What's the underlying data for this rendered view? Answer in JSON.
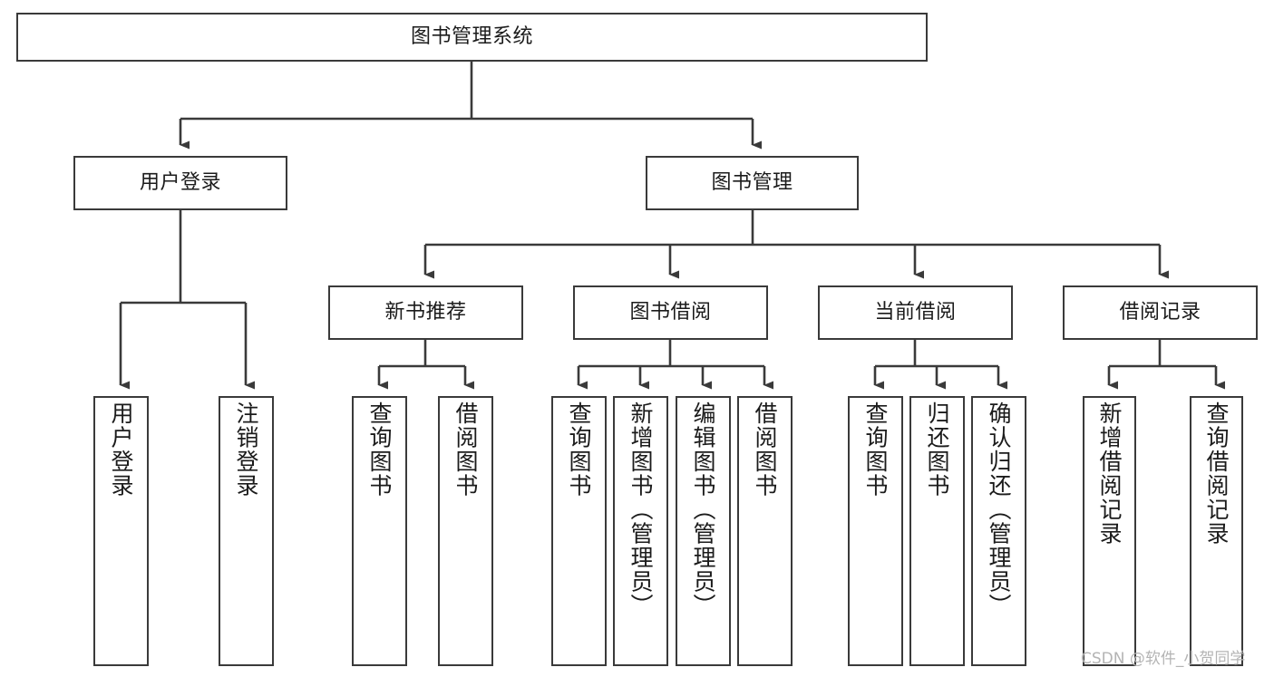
{
  "diagram": {
    "type": "tree-hierarchy",
    "title": "图书管理系统",
    "watermark": "CSDN @软件_小贺同学",
    "colors": {
      "background": "#ffffff",
      "node_border": "#3a3a3a",
      "node_fill": "#ffffff",
      "text": "#1b1b1b",
      "connector": "#3a3a3a",
      "watermark": "#b4b4b4"
    },
    "levels": {
      "root": {
        "label": "图书管理系统",
        "orientation": "horizontal"
      },
      "level2": [
        {
          "id": "user-login",
          "label": "用户登录",
          "orientation": "horizontal"
        },
        {
          "id": "book-management",
          "label": "图书管理",
          "orientation": "horizontal"
        }
      ],
      "level3": [
        {
          "id": "new-book-recommend",
          "label": "新书推荐",
          "orientation": "horizontal",
          "parent": "book-management"
        },
        {
          "id": "book-borrow",
          "label": "图书借阅",
          "orientation": "horizontal",
          "parent": "book-management"
        },
        {
          "id": "current-borrow",
          "label": "当前借阅",
          "orientation": "horizontal",
          "parent": "book-management"
        },
        {
          "id": "borrow-record",
          "label": "借阅记录",
          "orientation": "horizontal",
          "parent": "book-management"
        }
      ],
      "leaves": [
        {
          "id": "leaf-user-login",
          "label": "用户登录",
          "orientation": "vertical",
          "parent": "user-login"
        },
        {
          "id": "leaf-logout-login",
          "label": "注销登录",
          "orientation": "vertical",
          "parent": "user-login"
        },
        {
          "id": "leaf-query-book-1",
          "label": "查询图书",
          "orientation": "vertical",
          "parent": "new-book-recommend"
        },
        {
          "id": "leaf-borrow-book-1",
          "label": "借阅图书",
          "orientation": "vertical",
          "parent": "new-book-recommend"
        },
        {
          "id": "leaf-query-book-2",
          "label": "查询图书",
          "orientation": "vertical",
          "parent": "book-borrow"
        },
        {
          "id": "leaf-add-book",
          "label": "新增图书（管理员）",
          "orientation": "vertical",
          "parent": "book-borrow"
        },
        {
          "id": "leaf-edit-book",
          "label": "编辑图书（管理员）",
          "orientation": "vertical",
          "parent": "book-borrow"
        },
        {
          "id": "leaf-borrow-book-2",
          "label": "借阅图书",
          "orientation": "vertical",
          "parent": "book-borrow"
        },
        {
          "id": "leaf-query-book-3",
          "label": "查询图书",
          "orientation": "vertical",
          "parent": "current-borrow"
        },
        {
          "id": "leaf-return-book",
          "label": "归还图书",
          "orientation": "vertical",
          "parent": "current-borrow"
        },
        {
          "id": "leaf-confirm-return",
          "label": "确认归还（管理员）",
          "orientation": "vertical",
          "parent": "current-borrow"
        },
        {
          "id": "leaf-add-record",
          "label": "新增借阅记录",
          "orientation": "vertical",
          "parent": "borrow-record"
        },
        {
          "id": "leaf-query-record",
          "label": "查询借阅记录",
          "orientation": "vertical",
          "parent": "borrow-record"
        }
      ]
    }
  }
}
